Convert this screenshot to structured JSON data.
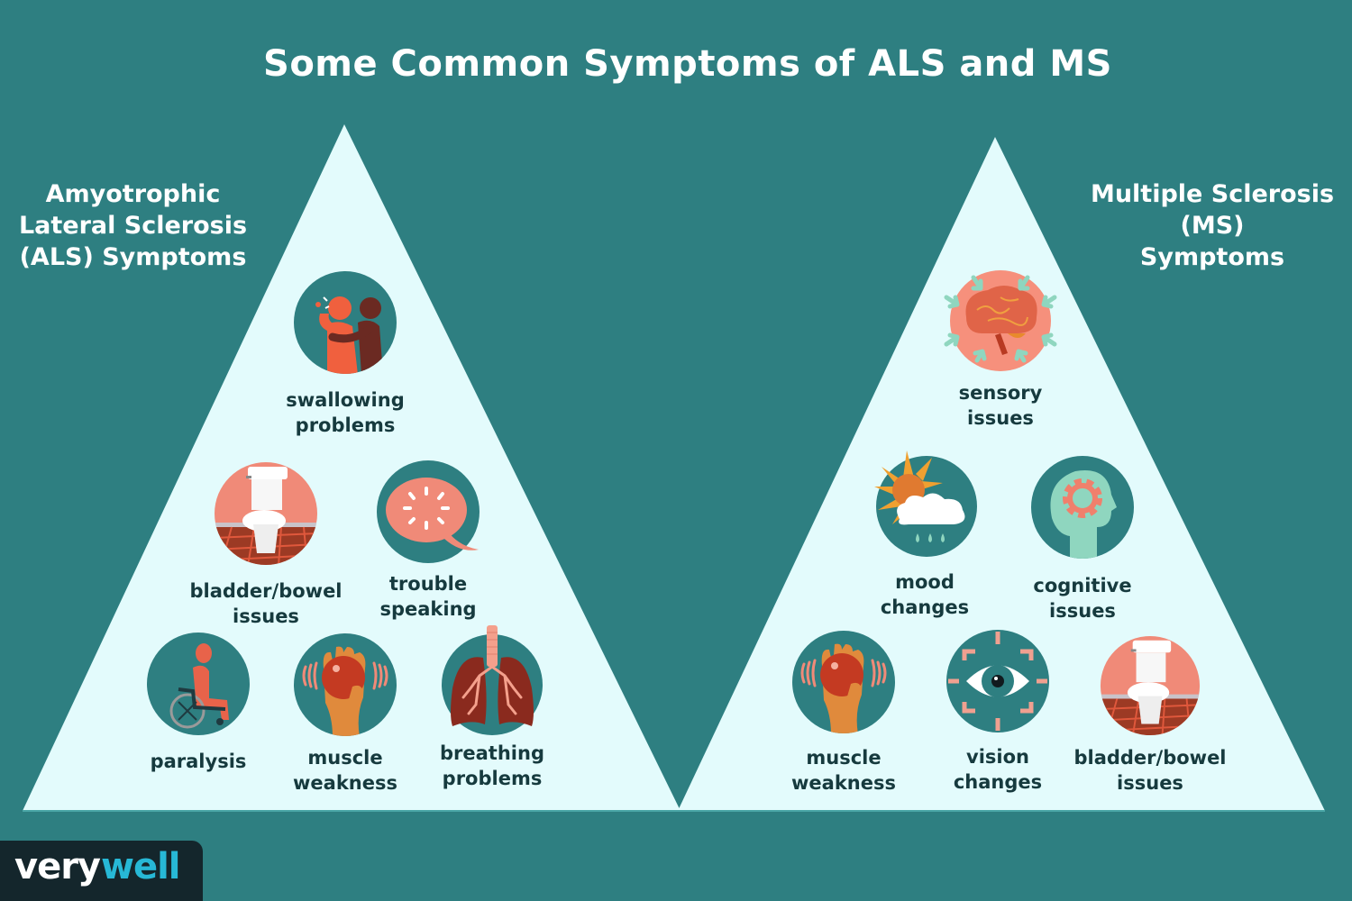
{
  "title": "Some Common Symptoms of ALS and MS",
  "colors": {
    "background": "#2e7f81",
    "triangle": "#e3fbfc",
    "label_text": "#163a3e",
    "icon_teal": "#2e7f81",
    "icon_salmon": "#f08a78",
    "logo_bg": "#14262c",
    "logo_accent": "#27b8d6"
  },
  "als": {
    "heading": [
      "Amyotrophic",
      "Lateral Sclerosis",
      "(ALS) Symptoms"
    ],
    "symptoms": [
      {
        "icon": "choking-person-icon",
        "label": [
          "swallowing",
          "problems"
        ]
      },
      {
        "icon": "toilet-icon",
        "label": [
          "bladder/bowel",
          "issues"
        ]
      },
      {
        "icon": "speech-bubble-icon",
        "label": [
          "trouble",
          "speaking"
        ]
      },
      {
        "icon": "wheelchair-icon",
        "label": [
          "paralysis"
        ]
      },
      {
        "icon": "shaking-hand-ball-icon",
        "label": [
          "muscle",
          "weakness"
        ]
      },
      {
        "icon": "lungs-icon",
        "label": [
          "breathing",
          "problems"
        ]
      }
    ]
  },
  "ms": {
    "heading": [
      "Multiple Sclerosis",
      "(MS)",
      "Symptoms"
    ],
    "symptoms": [
      {
        "icon": "brain-arrows-icon",
        "label": [
          "sensory",
          "issues"
        ]
      },
      {
        "icon": "sun-cloud-rain-icon",
        "label": [
          "mood",
          "changes"
        ]
      },
      {
        "icon": "head-gear-icon",
        "label": [
          "cognitive",
          "issues"
        ]
      },
      {
        "icon": "shaking-hand-ball-icon",
        "label": [
          "muscle",
          "weakness"
        ]
      },
      {
        "icon": "eye-target-icon",
        "label": [
          "vision",
          "changes"
        ]
      },
      {
        "icon": "toilet-icon",
        "label": [
          "bladder/bowel",
          "issues"
        ]
      }
    ]
  },
  "logo": {
    "part1": "very",
    "part2": "well"
  }
}
